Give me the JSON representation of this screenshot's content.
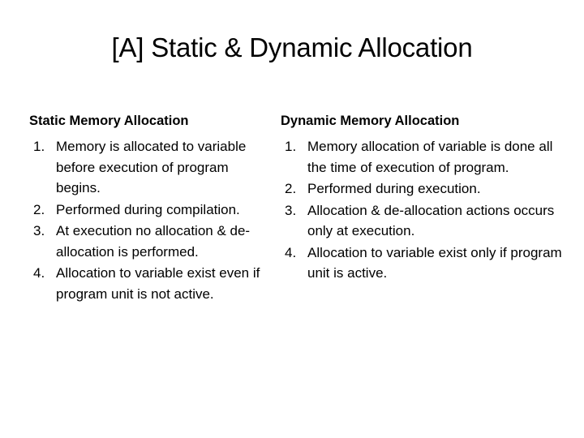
{
  "slide": {
    "title": "[A] Static & Dynamic Allocation",
    "background_color": "#ffffff",
    "text_color": "#000000"
  },
  "columns": {
    "left": {
      "heading": "Static Memory Allocation",
      "items": [
        {
          "number": "1.",
          "text": "Memory is allocated to variable before execution of program begins."
        },
        {
          "number": "2.",
          "text": "Performed during compilation."
        },
        {
          "number": "3.",
          "text": "At execution no allocation & de-allocation is performed."
        },
        {
          "number": "4.",
          "text": "Allocation to variable exist even if program unit is not active."
        }
      ]
    },
    "right": {
      "heading": "Dynamic Memory Allocation",
      "items": [
        {
          "number": "1.",
          "text": "Memory allocation of variable is done all the time of execution of program."
        },
        {
          "number": "2.",
          "text": "Performed during execution."
        },
        {
          "number": "3.",
          "text": "Allocation & de-allocation actions occurs only at execution."
        },
        {
          "number": "4.",
          "text": "Allocation to variable exist only if program unit is active."
        }
      ]
    }
  }
}
